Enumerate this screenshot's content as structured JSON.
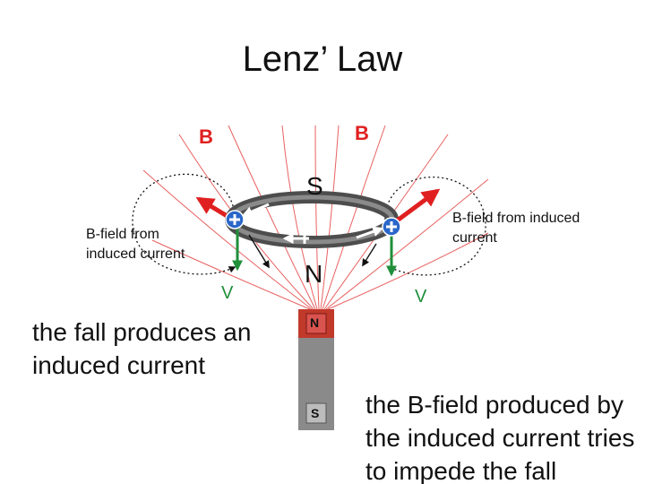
{
  "slide": {
    "title": "Lenz’ Law"
  },
  "labels": {
    "b_left": "B",
    "b_right": "B",
    "ring_top_pole": "S",
    "ring_bottom_pole": "N",
    "field_left": "B-field from induced current",
    "field_right": "B-field from induced current",
    "velocity_left": "V",
    "velocity_right": "V",
    "magnet_top": "N",
    "magnet_bottom": "S"
  },
  "captions": {
    "left": "the fall produces an induced current",
    "right": "the B-field produced by the induced current tries to impede the fall"
  },
  "colors": {
    "field_lines": "#e86060",
    "b_arrow": "#e02020",
    "velocity": "#1f8f3a",
    "ring": "#555555",
    "current_marker": "#2a67c9",
    "magnet_north": "#c0392b",
    "magnet_south": "#8a8a8a"
  }
}
